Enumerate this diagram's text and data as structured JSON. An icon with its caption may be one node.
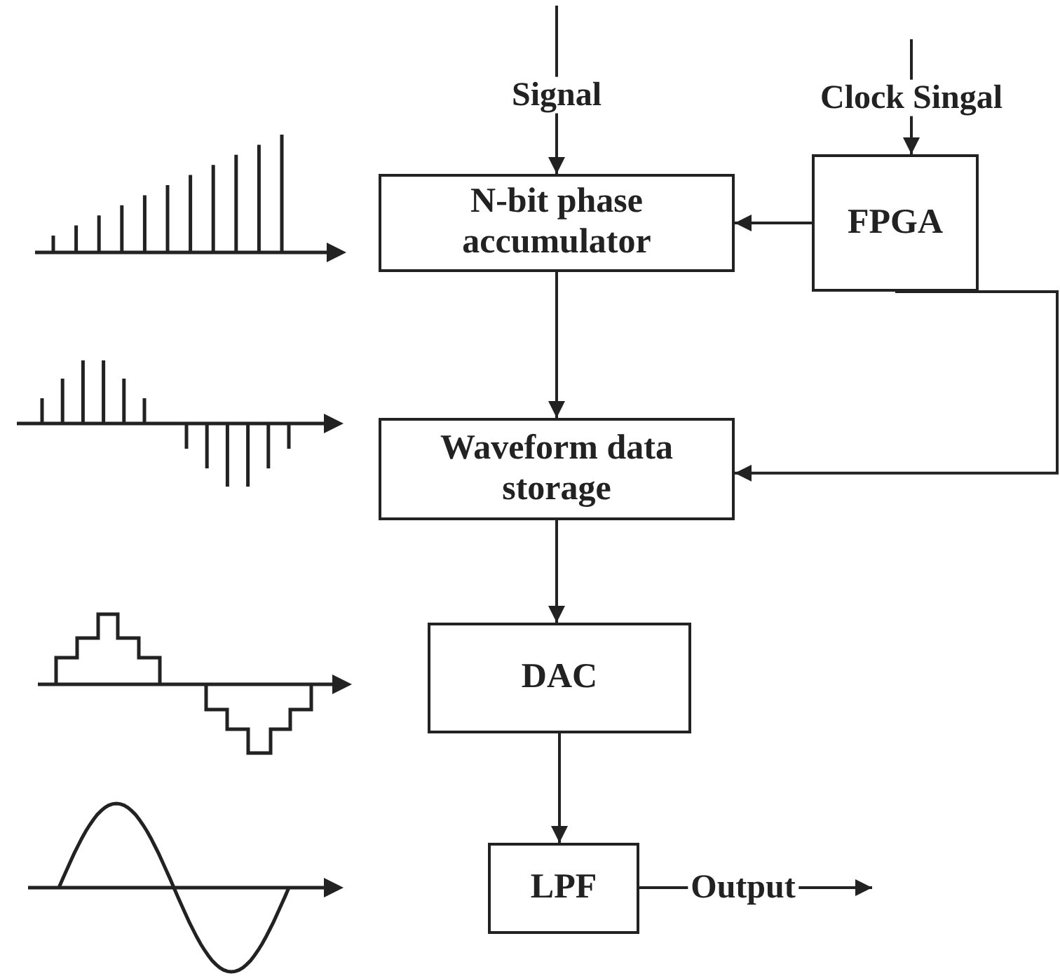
{
  "diagram": {
    "nodes": [
      {
        "text": [
          "N-bit phase accumulator"
        ]
      },
      {
        "text": [
          "FPGA"
        ]
      },
      {
        "text": [
          "Waveform data storage"
        ]
      },
      {
        "text": [
          "DAC"
        ]
      },
      {
        "text": [
          "LPF"
        ]
      }
    ],
    "edges": [
      {
        "from": null,
        "to": 0,
        "arrow": "to",
        "label": "Signal"
      },
      {
        "from": null,
        "to": 1,
        "arrow": "to",
        "label": "Clock Singal"
      },
      {
        "from": 1,
        "to": 0,
        "arrow": "to"
      },
      {
        "from": 1,
        "to": 2,
        "arrow": "to"
      },
      {
        "from": 0,
        "to": 2,
        "arrow": "to"
      },
      {
        "from": 2,
        "to": 3,
        "arrow": "to"
      },
      {
        "from": 3,
        "to": 4,
        "arrow": "to"
      },
      {
        "from": 4,
        "to": null,
        "arrow": "to",
        "label": "Output"
      }
    ]
  }
}
